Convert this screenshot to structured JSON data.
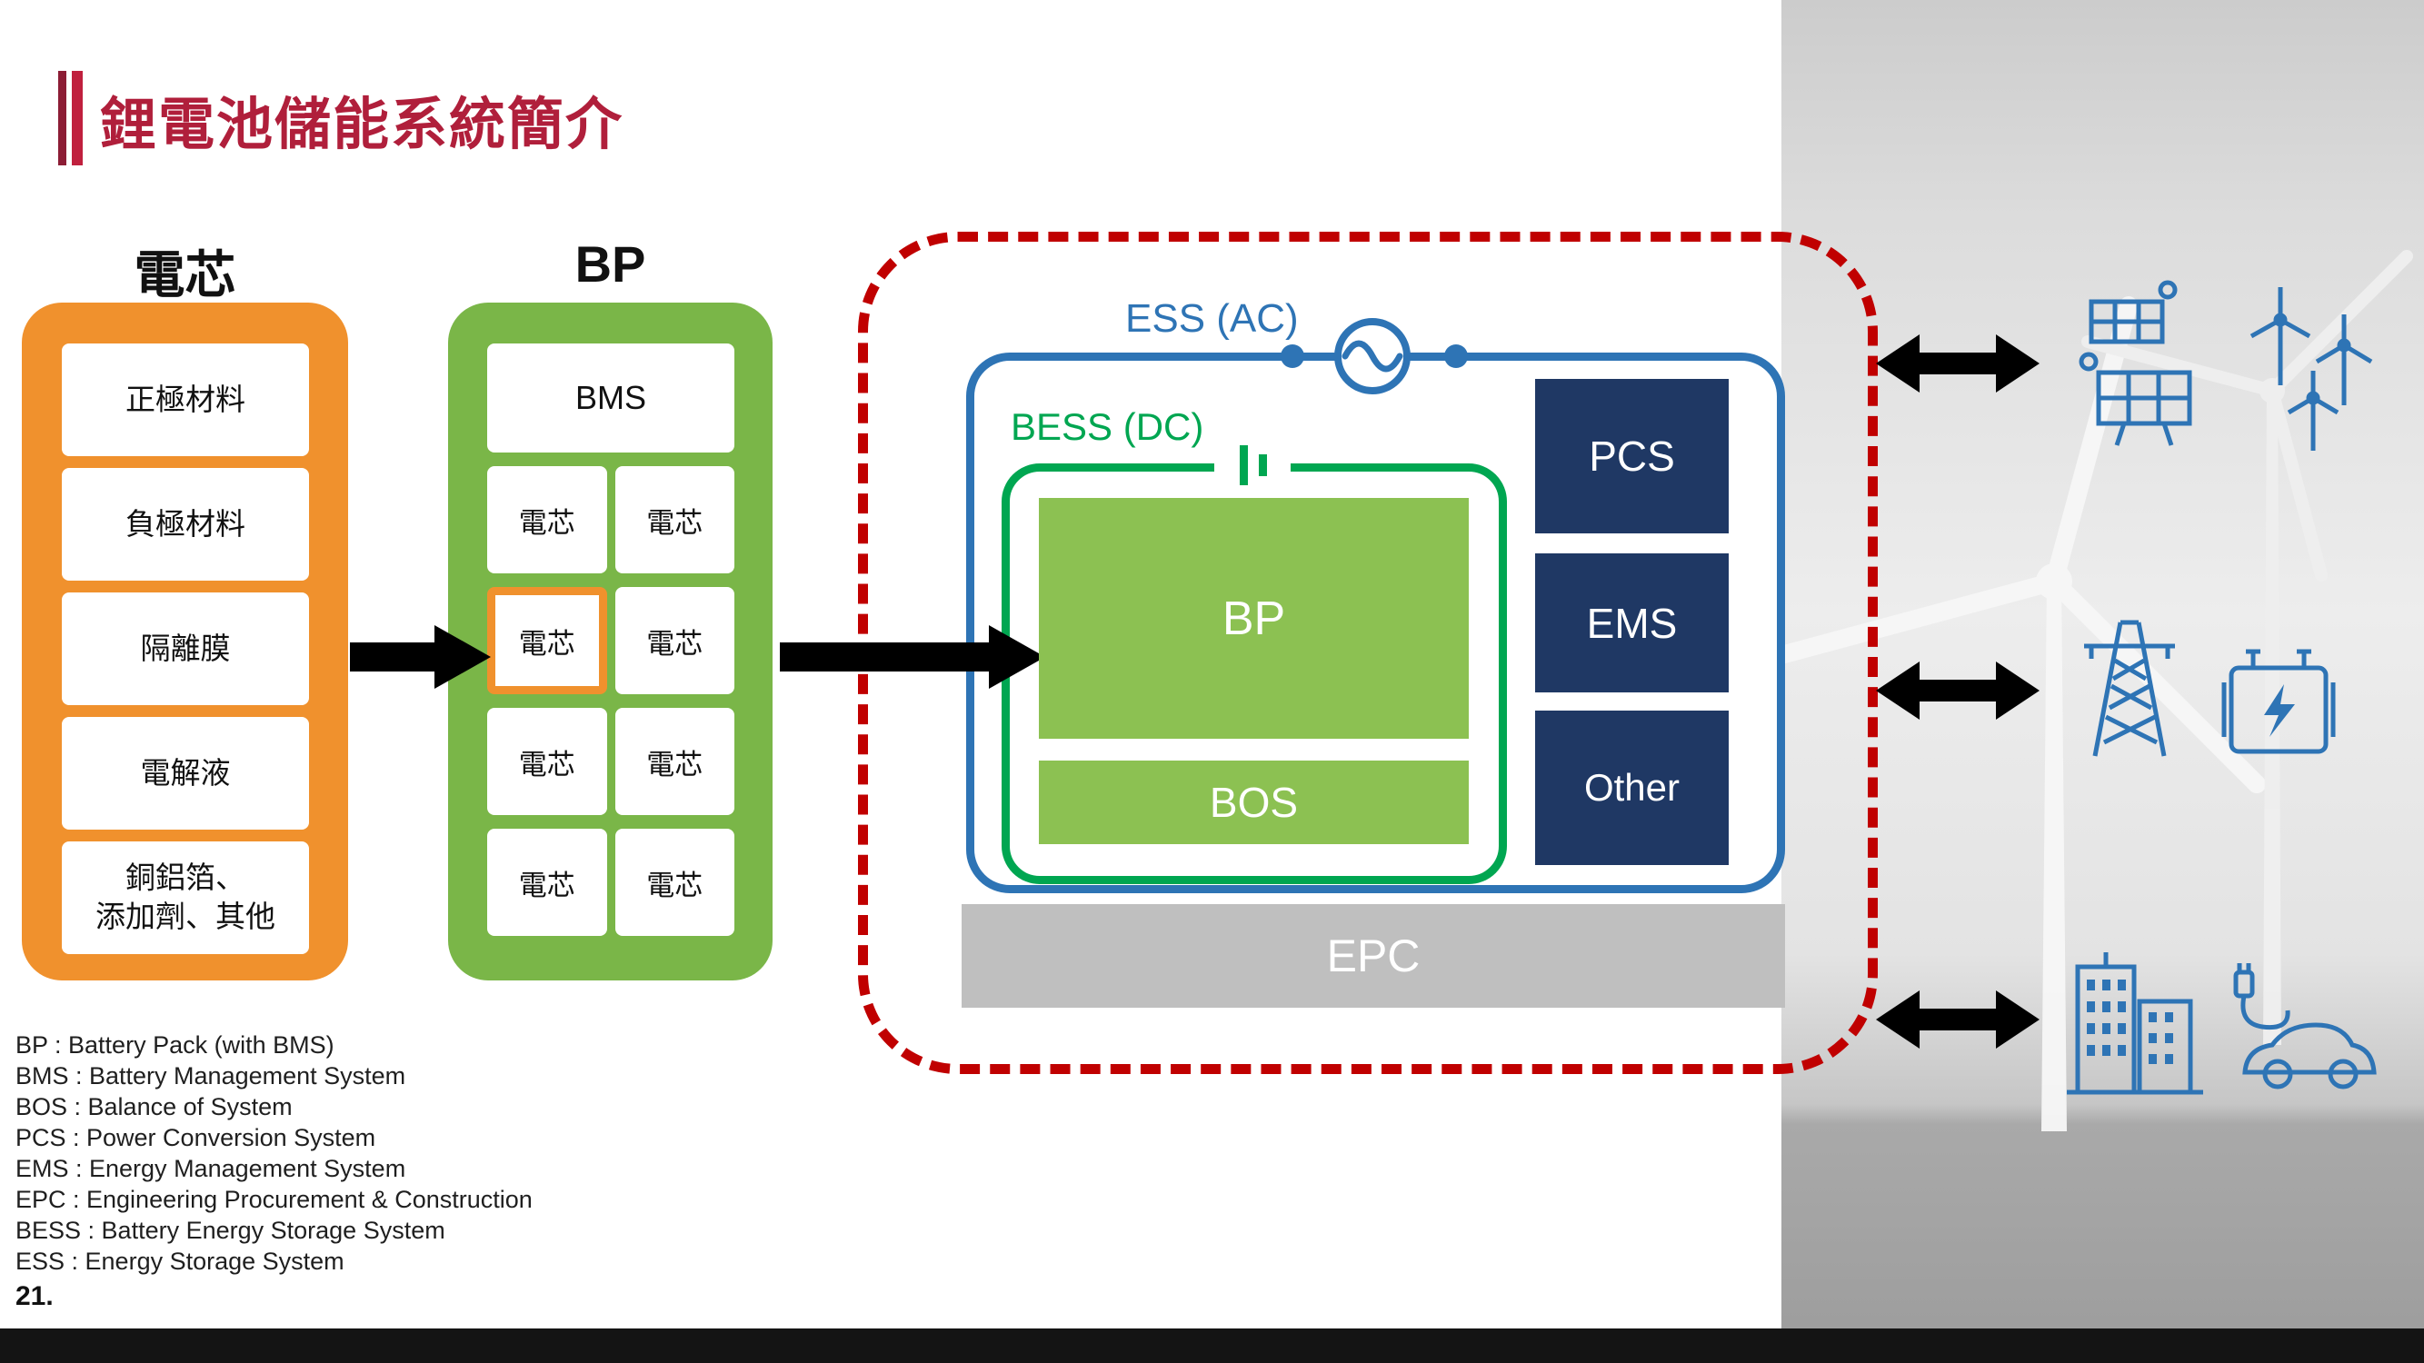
{
  "title": {
    "text": "鋰電池儲能系統簡介"
  },
  "page_number": "21.",
  "cell_column": {
    "heading": "電芯",
    "materials": [
      "正極材料",
      "負極材料",
      "隔離膜",
      "電解液",
      "銅鋁箔、\n添加劑、其他"
    ]
  },
  "bp_column": {
    "heading": "BP",
    "bms_label": "BMS",
    "cells": [
      {
        "label": "電芯"
      },
      {
        "label": "電芯"
      },
      {
        "label": "電芯",
        "highlighted": true
      },
      {
        "label": "電芯"
      },
      {
        "label": "電芯"
      },
      {
        "label": "電芯"
      },
      {
        "label": "電芯"
      },
      {
        "label": "電芯"
      }
    ]
  },
  "ess": {
    "ac_label": "ESS (AC)",
    "dc_label": "BESS (DC)",
    "bp_label": "BP",
    "bos_label": "BOS",
    "modules": [
      "PCS",
      "EMS",
      "Other"
    ],
    "epc_label": "EPC"
  },
  "legend": {
    "lines": [
      "BP : Battery Pack (with BMS)",
      "BMS : Battery Management System",
      "BOS : Balance of System",
      "PCS : Power Conversion System",
      "EMS : Energy Management System",
      "EPC : Engineering Procurement & Construction",
      "BESS : Battery Energy Storage System",
      "ESS : Energy Storage System"
    ]
  },
  "icons": {
    "ac_source": "sine-wave-in-circle",
    "battery": "battery-terminals",
    "renewables": "solar-panels-and-wind-turbines",
    "grid": "transmission-tower-and-transformer",
    "city_ev": "buildings-and-ev-charging",
    "flow_arrow": "black-right-arrow",
    "exchange_arrow": "black-double-headed-arrow"
  },
  "colors": {
    "title_red": "#B01F3B",
    "orange": "#F0912D",
    "green": "#7AB648",
    "bright_green": "#00A651",
    "fill_green": "#8CC152",
    "blue": "#2E74B5",
    "navy": "#1F3864",
    "gray": "#BFBFBF",
    "dashed_red": "#C00000"
  }
}
